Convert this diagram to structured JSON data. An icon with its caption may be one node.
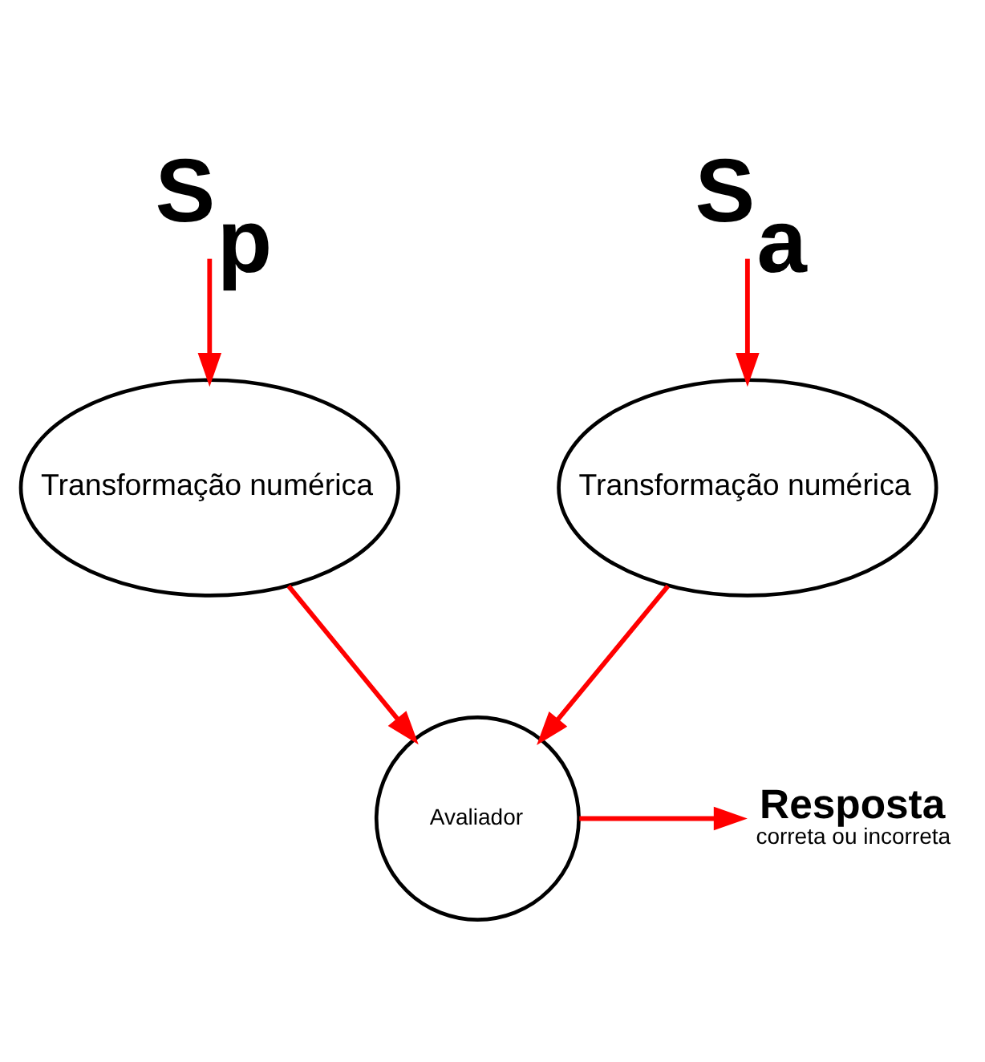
{
  "diagram": {
    "nodes": [
      {
        "text": [
          "S$_{p}$"
        ]
      },
      {
        "text": [
          "S$_{a}$"
        ]
      },
      {
        "text": [
          "Transformação numérica"
        ]
      },
      {
        "text": [
          "Transformação numérica"
        ]
      },
      {
        "text": [
          "Avaliador"
        ]
      },
      {
        "text": [
          "Resposta",
          "correta ou incorreta"
        ]
      }
    ],
    "edges": [
      {
        "from": 0,
        "to": 2,
        "arrow": "to",
        "color": "#ff0000"
      },
      {
        "from": 1,
        "to": 3,
        "arrow": "to",
        "color": "#ff0000"
      },
      {
        "from": 2,
        "to": 4,
        "arrow": "to",
        "color": "#ff0000"
      },
      {
        "from": 3,
        "to": 4,
        "arrow": "to",
        "color": "#ff0000"
      },
      {
        "from": 4,
        "to": 5,
        "arrow": "to",
        "color": "#ff0000"
      }
    ]
  }
}
